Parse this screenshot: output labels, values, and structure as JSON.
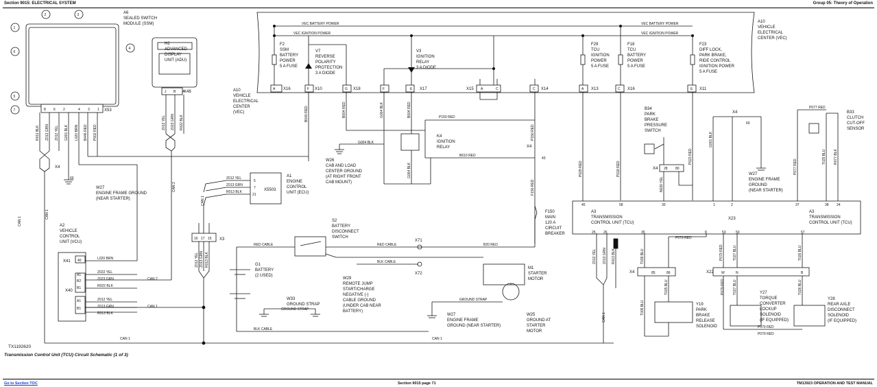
{
  "header": {
    "left": "Section 9015: ELECTRICAL SYSTEM",
    "right": "Group 05: Theory of Operation"
  },
  "footer": {
    "left_link": "Go to Section TOC",
    "center": "Section 9015 page 71",
    "right": "TM13923 OPERATION AND TEST MANUAL"
  },
  "figure_id": "TX1192620",
  "caption": "Transmission Control Unit (TCU) Circuit Schematic (1 of 3)",
  "components": {
    "a6": [
      "A6",
      "SEALED SWITCH",
      "MODULE (SSM)"
    ],
    "h2": [
      "H2",
      "ADVANCED",
      "DISPLAY",
      "UNIT (ADU)"
    ],
    "a10_right": [
      "A10",
      "VEHICLE",
      "ELECTRICAL",
      "CENTER (VEC)"
    ],
    "a10_left": [
      "A10",
      "VEHICLE",
      "ELECTRICAL",
      "CENTER",
      "(VEC)"
    ],
    "f2": [
      "F2",
      "SSM",
      "BATTERY",
      "POWER",
      "5 A FUSE"
    ],
    "v7": [
      "V7",
      "REVERSE",
      "POLARITY",
      "PROTECTION",
      "3 A DIODE"
    ],
    "v3": [
      "V3",
      "IGNITION",
      "RELAY",
      "3 A DIODE"
    ],
    "f29": [
      "F29",
      "TCU",
      "IGNITION",
      "POWER",
      "5 A FUSE"
    ],
    "f18": [
      "F18",
      "TCU",
      "BATTERY",
      "POWER",
      "5 A FUSE"
    ],
    "f23": [
      "F23",
      "DIFF LOCK,",
      "PARK BRAKE,",
      "RIDE CONTROL",
      "IGNITION POWER",
      "5 A FUSE"
    ],
    "k4": [
      "K4",
      "IGNITION",
      "RELAY"
    ],
    "w26": [
      "W26",
      "CAB AND LOAD",
      "CENTER GROUND",
      "(AT RIGHT FRONT",
      "CAB MOUNT)"
    ],
    "a1": [
      "A1",
      "ENGINE",
      "CONTROL",
      "UNIT (ECU)"
    ],
    "w27a": [
      "W27",
      "ENGINE FRAME GROUND",
      "(NEAR STARTER)"
    ],
    "a2": [
      "A2",
      "VEHICLE",
      "CONTROL",
      "UNIT (VCU)"
    ],
    "s2": [
      "S2",
      "BATTERY",
      "DISCONNECT",
      "SWITCH"
    ],
    "f150": [
      "F150",
      "MAIN",
      "120 A",
      "CIRCUIT",
      "BREAKER"
    ],
    "g1": [
      "G1",
      "BATTERY",
      "(2 USED)"
    ],
    "w29": [
      "W29",
      "REMOTE JUMP",
      "START/CHARGE",
      "NEGATIVE (-)",
      "CABLE GROUND",
      "(UNDER CAB NEAR",
      "BATTERY)"
    ],
    "w33": [
      "W33",
      "GROUND STRAP"
    ],
    "m1": [
      "M1",
      "STARTER",
      "MOTOR"
    ],
    "w27b": [
      "W27",
      "ENGINE FRAME",
      "GROUND (NEAR STARTER)"
    ],
    "w25": [
      "W25",
      "GROUND AT",
      "STARTER",
      "MOTOR"
    ],
    "b34": [
      "B34",
      "PARK",
      "BRAKE",
      "PRESSURE",
      "SWITCH"
    ],
    "w27c": [
      "W27",
      "ENGINE FRAME",
      "GROUND",
      "(NEAR STARTER)"
    ],
    "b33": [
      "B33",
      "CLUTCH",
      "CUT-OFF",
      "SENSOR"
    ],
    "a3_left": [
      "A3",
      "TRANSMISSION",
      "CONTROL UNIT (TCU)"
    ],
    "a3_right": [
      "A3",
      "TRANSMISSION",
      "CONTROL UNIT (TCU)"
    ],
    "y19": [
      "Y19",
      "PARK",
      "BRAKE",
      "RELEASE",
      "SOLENOID"
    ],
    "y27": [
      "Y27",
      "TORQUE",
      "CONVERTER",
      "LOCKUP",
      "SOLENOID",
      "(IF EQUIPPED)"
    ],
    "y28": [
      "Y28",
      "REAR AXLE",
      "DISCONNECT",
      "SOLENOID",
      "(IF EQUIPPED)"
    ]
  },
  "bus_labels": {
    "vec_batt_1": "VEC BATTERY POWER",
    "vec_ign_1": "VEC IGNITION POWER",
    "vec_batt_2": "VEC BATTERY POWER",
    "vec_ign_2": "VEC IGNITION POWER"
  },
  "connectors": {
    "x16": "X16",
    "x10": "X10",
    "x18": "X18",
    "x17": "X17",
    "x15": "X15",
    "x14": "X14",
    "x13": "X13",
    "x16b": "X16",
    "x11": "X11",
    "x53": "X53",
    "x48": "X48",
    "x5503": "X5503",
    "x3": "X3",
    "x41": "X41",
    "x40": "X40",
    "x4a": "X4",
    "x4b": "X4",
    "x4c": "X4",
    "x4d": "X4",
    "x4e": "X4",
    "x71": "X71",
    "x72": "X72",
    "x22": "X22",
    "x23": "X23"
  },
  "pins": {
    "vec_top": [
      "A",
      "F",
      "G",
      "F",
      "E",
      "A",
      "C",
      "C",
      "A",
      "C",
      "E"
    ],
    "ssm": [
      "8",
      "6",
      "2",
      "4",
      "3",
      "1"
    ],
    "adu": [
      "J",
      "B",
      "A"
    ],
    "ecu": [
      "5",
      "7",
      "21"
    ],
    "x3": [
      "16",
      "17",
      "15"
    ],
    "vcu_x41": "40",
    "vcu_x40": [
      "A1",
      "B2",
      "B1"
    ],
    "vcu_x40b": [
      "A1",
      "B1"
    ],
    "tcu_top": [
      "45",
      "58",
      "30",
      "1",
      "2",
      "37",
      "38",
      "24"
    ],
    "tcu_bot": [
      "25",
      "26",
      "35",
      "8",
      "53",
      "50",
      "57"
    ],
    "x4_right": [
      "28",
      "80"
    ],
    "x4_bot": [
      "85",
      "86"
    ],
    "x22": [
      "W",
      "N",
      "B"
    ],
    "x4_60": "60",
    "x4_43": "43"
  },
  "wires": {
    "r011": "R011 BLK",
    "z013a": "Z013 GRN",
    "z012a": "Z012 YEL",
    "g001a": "G001 BLK",
    "l020": "L020 BRN",
    "b446": "B446 RED",
    "p002": "P002 RED",
    "z012b": "Z012 YEL",
    "z023": "Z023 GRN",
    "r022": "R022 BLK",
    "b040": "B040 RED",
    "b004": "B004 RED",
    "g004a": "G004 BLK",
    "b004b": "B004 RED",
    "p150a": "P150 RED",
    "b610": "B610 RED",
    "g004b": "G004 BLK",
    "g004c": "G004 BLK",
    "p150b": "P150 RED",
    "f150": "F150 RED",
    "p029": "P029 RED",
    "p018": "P018 RED",
    "p023": "P023 RED",
    "g001b": "G001 BLK",
    "n030": "N030 YEL",
    "p077": "P077 RED",
    "t025": "T025 BLU",
    "r077": "R077 BLK",
    "p077b": "P077 RED",
    "z012c": "Z012 YEL",
    "z013b": "Z013 GRN",
    "r013": "R013 BLK",
    "z012d": "Z012 YEL",
    "z013c": "Z013 GRN",
    "r013b": "R013 BLK",
    "l020b": "L020 BRN",
    "z022": "Z022 YEL",
    "z023b": "Z023 GRN",
    "r022b": "R022 BLK",
    "z012e": "Z012 YEL",
    "z013d": "Z013 GRN",
    "r013c": "R013 BLK",
    "red_cable_1": "RED CABLE",
    "red_cable_2": "RED CABLE",
    "blk_cable_1": "BLK CABLE",
    "blk_cable_2": "BLK CABLE",
    "b20": "B20 RED",
    "ground_strap_1": "GROUND STRAP",
    "ground_strap_2": "GROUND STRAP",
    "t039": "T039 BLU",
    "t025b": "T025 BLU",
    "p079a": "P079 RED",
    "p079b": "P079 RED",
    "t027": "T027 BLU",
    "t026": "T026 BLU",
    "t005": "T005 BLU",
    "p079c": "P079 RED",
    "p079d": "P079 RED",
    "p079e": "P079 RED",
    "t026b": "T026 BLU",
    "t027b": "T027 BLU",
    "z012f": "Z012 YEL",
    "z013e": "Z013 GRN",
    "r013d": "R013 BLK",
    "can1": "CAN 1",
    "can2": "CAN 2"
  },
  "numbered_callouts": [
    "1",
    "2",
    "3",
    "4",
    "5",
    "6",
    "7"
  ]
}
